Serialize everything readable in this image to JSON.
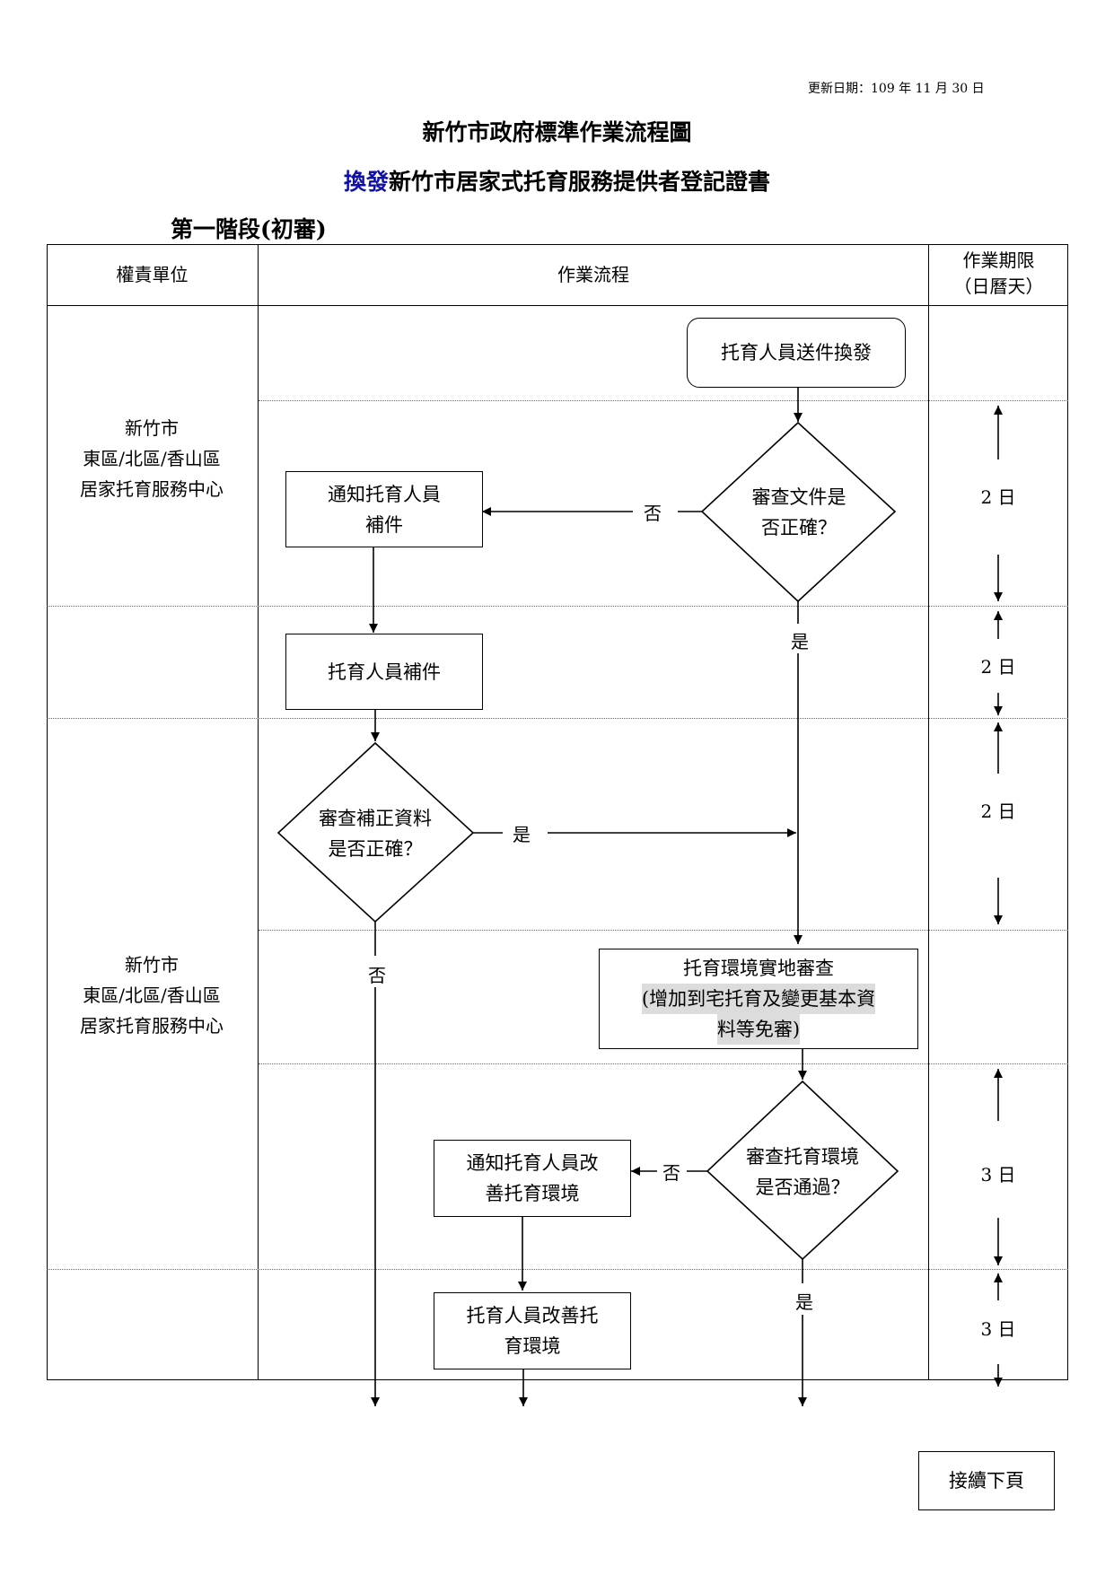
{
  "update_date": "更新日期：109 年 11 月 30 日",
  "title": "新竹市政府標準作業流程圖",
  "subtitle_highlight": "換發",
  "subtitle_rest": "新竹市居家式托育服務提供者登記證書",
  "stage": "第一階段(初審)",
  "headers": {
    "unit": "權責單位",
    "flow": "作業流程",
    "period_line1": "作業期限",
    "period_line2": "（日曆天）"
  },
  "units": {
    "unit1": [
      "新竹市",
      "東區/北區/香山區",
      "居家托育服務中心"
    ],
    "unit2": [
      "新竹市",
      "東區/北區/香山區",
      "居家托育服務中心"
    ]
  },
  "steps": {
    "submit": "托育人員送件換發",
    "check_docs": [
      "審查文件是",
      "否正確？"
    ],
    "notify_supplement": [
      "通知托育人員",
      "補件"
    ],
    "supplement": "托育人員補件",
    "check_supplement": [
      "審查補正資料",
      "是否正確？"
    ],
    "site_review_line1": "托育環境實地審查",
    "site_review_note_line1": "(增加到宅托育及變更基本資",
    "site_review_note_line2": "料等免審)",
    "check_env": [
      "審查托育環境",
      "是否通過？"
    ],
    "notify_improve": [
      "通知托育人員改",
      "善托育環境"
    ],
    "improve": [
      "托育人員改善托",
      "育環境"
    ]
  },
  "labels": {
    "yes": "是",
    "no": "否"
  },
  "days": {
    "d1": "2 日",
    "d2": "2 日",
    "d3": "2 日",
    "d4": "3 日",
    "d5": "3 日"
  },
  "continue": "接續下頁"
}
